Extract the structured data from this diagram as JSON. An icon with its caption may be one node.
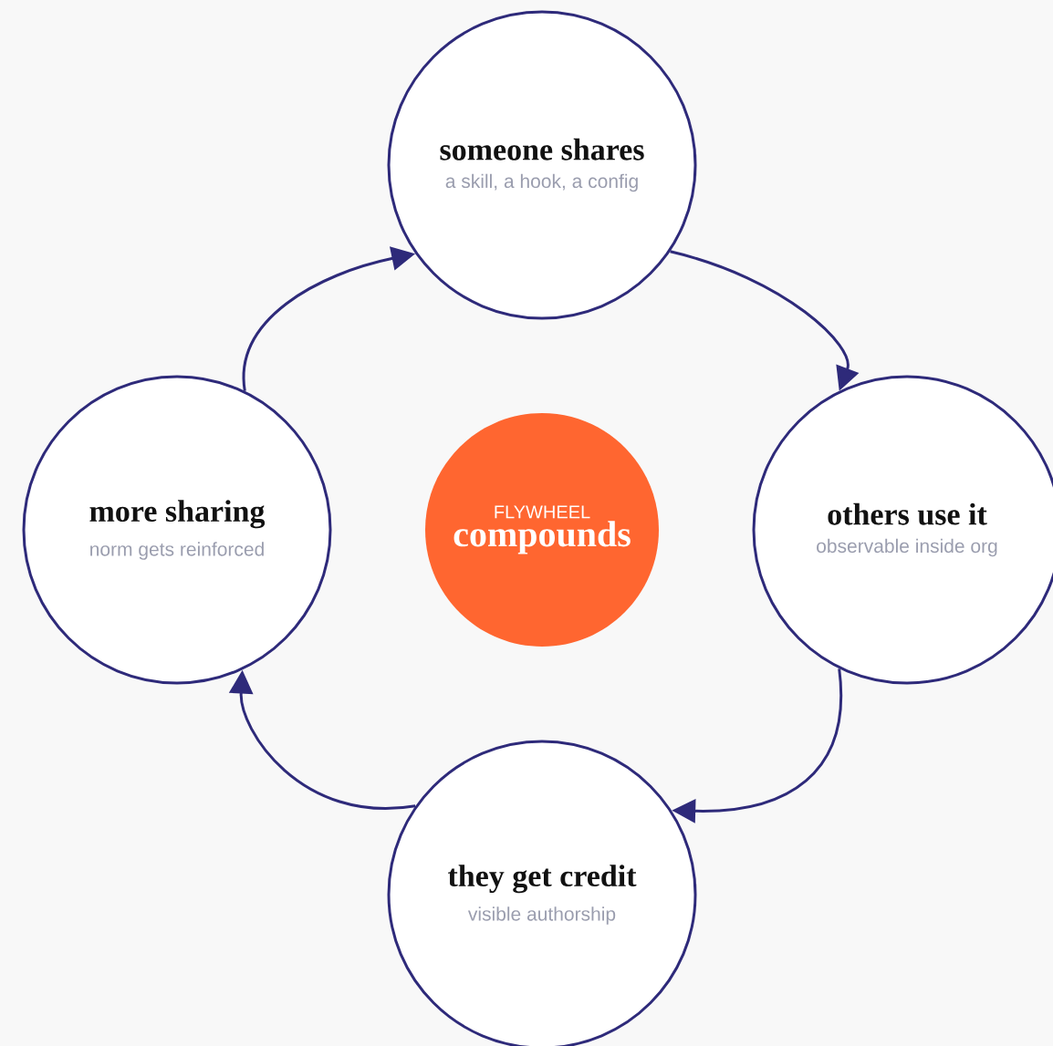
{
  "diagram": {
    "nodes": [
      {
        "text": [
          "someone shares",
          "a skill, a hook, a config"
        ]
      },
      {
        "text": [
          "others use it",
          "observable inside org"
        ]
      },
      {
        "text": [
          "they get credit",
          "visible authorship"
        ]
      },
      {
        "text": [
          "more sharing",
          "norm gets reinforced"
        ]
      },
      {
        "text": [
          "FLYWHEEL",
          "compounds"
        ]
      }
    ],
    "edges": [
      {
        "from": 0,
        "to": 1,
        "arrow": "to"
      },
      {
        "from": 1,
        "to": 2,
        "arrow": "to"
      },
      {
        "from": 2,
        "to": 3,
        "arrow": "to"
      },
      {
        "from": 3,
        "to": 0,
        "arrow": "to"
      }
    ]
  }
}
